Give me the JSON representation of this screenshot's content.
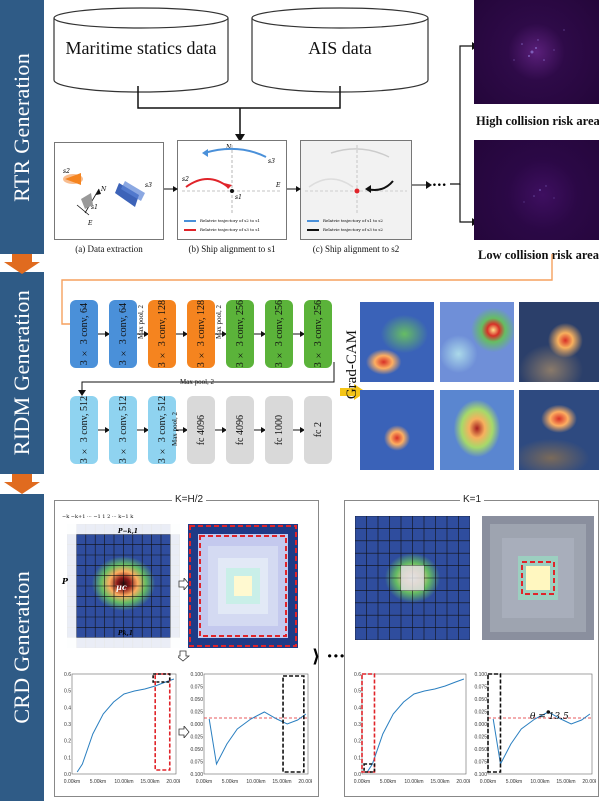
{
  "sidebar": {
    "rtr": "RTR Generation",
    "ridm": "RIDM Generation",
    "crd": "CRD Generation"
  },
  "rtr": {
    "db_maritime": "Maritime statics data",
    "db_ais": "AIS data",
    "caption_a": "(a) Data extraction",
    "caption_b": "(b) Ship alignment to s1",
    "caption_c": "(c) Ship alignment to s2",
    "high_risk": "High collision risk area",
    "low_risk": "Low collision risk area",
    "legend_b1": "Relatvie trajectory of s2 to s1",
    "legend_b2": "Relatvie trajectory of s3 to s1",
    "legend_c1": "Relatvie trajectory of s1 to s2",
    "legend_c2": "Relatvie trajectory of s3 to s2",
    "labels": {
      "n": "N",
      "e": "E",
      "s1": "s1",
      "s2": "s2",
      "s3": "s3",
      "ellipsis": "..."
    }
  },
  "ridm": {
    "row1": [
      {
        "label": "3 × 3 conv, 64",
        "color": "#4a90d9"
      },
      {
        "label": "3 × 3 conv, 64",
        "color": "#4a90d9"
      },
      {
        "label": "3 × 3 conv, 128",
        "color": "#f5841f"
      },
      {
        "label": "3 × 3 conv, 128",
        "color": "#f5841f"
      },
      {
        "label": "3 × 3 conv, 256",
        "color": "#5bb33a"
      },
      {
        "label": "3 × 3 conv, 256",
        "color": "#5bb33a"
      },
      {
        "label": "3 × 3 conv, 256",
        "color": "#5bb33a"
      }
    ],
    "row2": [
      {
        "label": "3 × 3 conv, 512",
        "color": "#8fd3f0"
      },
      {
        "label": "3 × 3 conv, 512",
        "color": "#8fd3f0"
      },
      {
        "label": "3 × 3 conv, 512",
        "color": "#8fd3f0"
      },
      {
        "label": "fc 4096",
        "color": "#d9d9d9"
      },
      {
        "label": "fc 4096",
        "color": "#d9d9d9"
      },
      {
        "label": "fc 1000",
        "color": "#d9d9d9"
      },
      {
        "label": "fc 2",
        "color": "#d9d9d9"
      }
    ],
    "pool_label": "Max pool, 2",
    "gradcam": "Grad-CAM"
  },
  "crd": {
    "left_title": "K=H/2",
    "right_title": "K=1",
    "grid_top_labels": "−k  −k+1   ···  −1   1   2   ···  k−1   k",
    "p_label": "P",
    "pk1_top": "P−k,1",
    "pk1_bottom": "Pk,1",
    "mu_label": "μc",
    "arrows": "⟩ ··· ⟩",
    "theta": "θ = 13.5",
    "x_ticks": [
      "0.00km",
      "5.00km",
      "10.00km",
      "15.00km",
      "20.00km"
    ],
    "y_ticks_left": [
      "0.6",
      "0.5",
      "0.4",
      "0.3",
      "0.2",
      "0.1",
      "0.0"
    ],
    "y_ticks_right": [
      "0.100",
      "0.075",
      "0.050",
      "0.025",
      "0.000",
      "-0.025",
      "-0.050",
      "-0.075",
      "-0.100"
    ]
  },
  "colors": {
    "sidebar": "#2f5b86",
    "arrow_orange": "#f5841f",
    "red_dash": "#e0242a",
    "black_dash": "#111111",
    "line_blue": "#2a7fc0",
    "heat_bg": "#2b3f9a"
  }
}
